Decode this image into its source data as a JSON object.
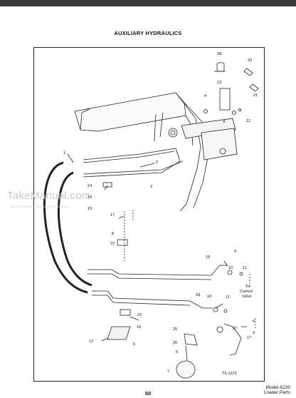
{
  "document": {
    "title": "AUXILIARY HYDRAULICS",
    "page_number": "50",
    "model_line1": "Model A220",
    "model_line2": "Loader Parts",
    "figure_ref": "TS-1373"
  },
  "watermark": {
    "text": "TakeManual.com",
    "subtext": "The watermark is only present on this sample"
  },
  "diagram": {
    "callouts": [
      "28",
      "20",
      "13",
      "21",
      "4",
      "12",
      "4",
      "1",
      "2",
      "24",
      "3",
      "14",
      "15",
      "17",
      "8",
      "22",
      "19",
      "9",
      "10",
      "11",
      "To",
      "Control",
      "Valve",
      "18",
      "10",
      "11",
      "22",
      "16",
      "12",
      "5",
      "25",
      "26",
      "6",
      "7",
      "27",
      "6",
      "17",
      "9"
    ]
  }
}
